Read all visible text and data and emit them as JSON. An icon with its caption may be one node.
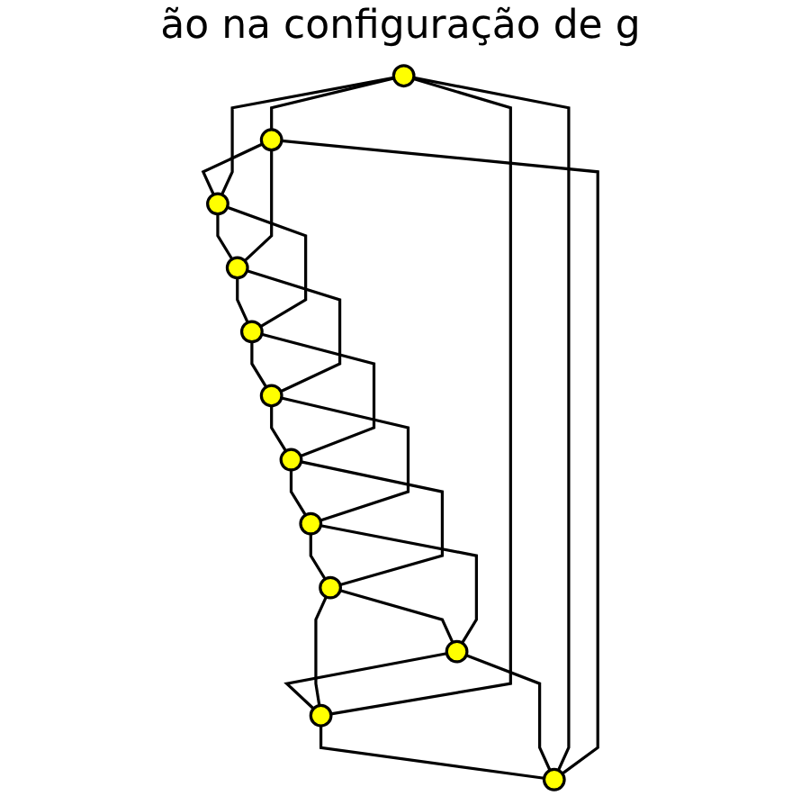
{
  "diagram": {
    "title": "ão na configuração de g",
    "nodes": [
      {
        "text": [],
        "shape": "circle"
      },
      {
        "text": [],
        "shape": "circle"
      },
      {
        "text": [],
        "shape": "circle"
      },
      {
        "text": [],
        "shape": "circle"
      },
      {
        "text": [],
        "shape": "circle"
      },
      {
        "text": [],
        "shape": "circle"
      },
      {
        "text": [],
        "shape": "circle"
      },
      {
        "text": [],
        "shape": "circle"
      },
      {
        "text": [],
        "shape": "circle"
      },
      {
        "text": [],
        "shape": "circle"
      },
      {
        "text": [],
        "shape": "circle"
      },
      {
        "text": [],
        "shape": "circle"
      }
    ],
    "edges": [
      {
        "from": 0,
        "to": 1,
        "arrow": "none"
      },
      {
        "from": 1,
        "to": 2,
        "arrow": "none"
      },
      {
        "from": 2,
        "to": 3,
        "arrow": "none"
      },
      {
        "from": 3,
        "to": 4,
        "arrow": "none"
      },
      {
        "from": 4,
        "to": 5,
        "arrow": "none"
      },
      {
        "from": 5,
        "to": 6,
        "arrow": "none"
      },
      {
        "from": 6,
        "to": 7,
        "arrow": "none"
      },
      {
        "from": 7,
        "to": 8,
        "arrow": "none"
      },
      {
        "from": 8,
        "to": 9,
        "arrow": "none"
      },
      {
        "from": 9,
        "to": 10,
        "arrow": "none"
      },
      {
        "from": 10,
        "to": 11,
        "arrow": "none"
      },
      {
        "from": 11,
        "to": 0,
        "arrow": "none"
      },
      {
        "from": 11,
        "to": 1,
        "arrow": "none"
      },
      {
        "from": 0,
        "to": 2,
        "arrow": "none"
      },
      {
        "from": 1,
        "to": 3,
        "arrow": "none"
      },
      {
        "from": 2,
        "to": 4,
        "arrow": "none"
      },
      {
        "from": 3,
        "to": 5,
        "arrow": "none"
      },
      {
        "from": 4,
        "to": 6,
        "arrow": "none"
      },
      {
        "from": 5,
        "to": 7,
        "arrow": "none"
      },
      {
        "from": 6,
        "to": 8,
        "arrow": "none"
      },
      {
        "from": 7,
        "to": 9,
        "arrow": "none"
      },
      {
        "from": 8,
        "to": 10,
        "arrow": "none"
      },
      {
        "from": 9,
        "to": 11,
        "arrow": "none"
      },
      {
        "from": 10,
        "to": 0,
        "arrow": "none"
      }
    ]
  }
}
